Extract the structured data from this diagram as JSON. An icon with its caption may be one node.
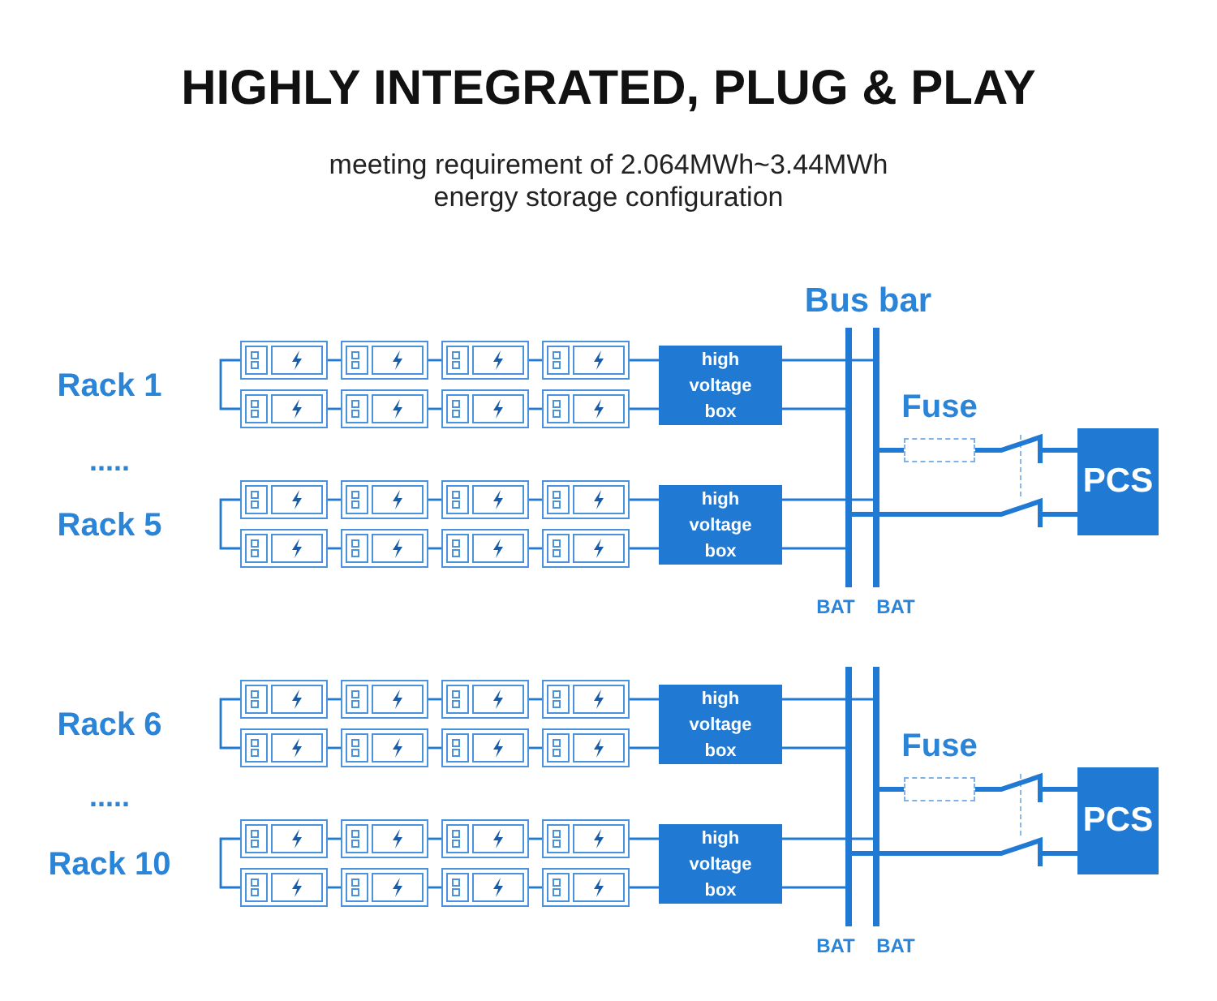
{
  "diagram": {
    "title": "HIGHLY INTEGRATED, PLUG & PLAY",
    "nodes": [
      {
        "text": [],
        "shape": "box"
      },
      {
        "text": [],
        "shape": "box"
      },
      {
        "text": [],
        "shape": "box"
      },
      {
        "text": [],
        "shape": "box"
      },
      {
        "text": [],
        "shape": "box"
      },
      {
        "text": [],
        "shape": "box"
      },
      {
        "text": [],
        "shape": "box"
      },
      {
        "text": [],
        "shape": "box"
      },
      {
        "text": [
          "high voltage box"
        ]
      },
      {
        "text": [],
        "shape": "box"
      },
      {
        "text": [],
        "shape": "box"
      },
      {
        "text": [],
        "shape": "box"
      },
      {
        "text": [],
        "shape": "box"
      },
      {
        "text": [],
        "shape": "box"
      },
      {
        "text": [],
        "shape": "box"
      },
      {
        "text": [],
        "shape": "box"
      },
      {
        "text": [],
        "shape": "box"
      },
      {
        "text": [
          "high voltage box"
        ]
      },
      {
        "text": [],
        "shape": "bar",
        "beside": [
          "BAT"
        ]
      },
      {
        "text": [],
        "shape": "bar",
        "beside": [
          "BAT"
        ]
      },
      {
        "text": [],
        "shape": "box",
        "beside": [
          "Fuse"
        ]
      },
      {
        "text": [
          "PCS"
        ]
      },
      {
        "text": [],
        "shape": "box"
      },
      {
        "text": [],
        "shape": "box"
      },
      {
        "text": [],
        "shape": "box"
      },
      {
        "text": [],
        "shape": "box"
      },
      {
        "text": [],
        "shape": "box"
      },
      {
        "text": [],
        "shape": "box"
      },
      {
        "text": [],
        "shape": "box"
      },
      {
        "text": [],
        "shape": "box"
      },
      {
        "text": [
          "high voltage box"
        ]
      },
      {
        "text": [],
        "shape": "box"
      },
      {
        "text": [],
        "shape": "box"
      },
      {
        "text": [],
        "shape": "box"
      },
      {
        "text": [],
        "shape": "box"
      },
      {
        "text": [],
        "shape": "box"
      },
      {
        "text": [],
        "shape": "box"
      },
      {
        "text": [],
        "shape": "box"
      },
      {
        "text": [],
        "shape": "box"
      },
      {
        "text": [
          "high voltage box"
        ]
      },
      {
        "text": [],
        "shape": "bar",
        "beside": [
          "BAT"
        ]
      },
      {
        "text": [],
        "shape": "bar",
        "beside": [
          "BAT"
        ]
      },
      {
        "text": [],
        "shape": "box",
        "beside": [
          "Fuse"
        ]
      },
      {
        "text": [
          "PCS"
        ]
      }
    ],
    "edges": [
      {
        "from": 0,
        "to": 1,
        "arrow": "none"
      },
      {
        "from": 1,
        "to": 2,
        "arrow": "none"
      },
      {
        "from": 2,
        "to": 3,
        "arrow": "none"
      },
      {
        "from": 3,
        "to": 8,
        "arrow": "none"
      },
      {
        "from": 4,
        "to": 5,
        "arrow": "none"
      },
      {
        "from": 5,
        "to": 6,
        "arrow": "none"
      },
      {
        "from": 6,
        "to": 7,
        "arrow": "none"
      },
      {
        "from": 7,
        "to": 8,
        "arrow": "none"
      },
      {
        "from": 0,
        "to": 4,
        "arrow": "none"
      },
      {
        "from": 9,
        "to": 10,
        "arrow": "none"
      },
      {
        "from": 10,
        "to": 11,
        "arrow": "none"
      },
      {
        "from": 11,
        "to": 12,
        "arrow": "none"
      },
      {
        "from": 12,
        "to": 17,
        "arrow": "none"
      },
      {
        "from": 13,
        "to": 14,
        "arrow": "none"
      },
      {
        "from": 14,
        "to": 15,
        "arrow": "none"
      },
      {
        "from": 15,
        "to": 16,
        "arrow": "none"
      },
      {
        "from": 16,
        "to": 17,
        "arrow": "none"
      },
      {
        "from": 9,
        "to": 13,
        "arrow": "none"
      },
      {
        "from": 8,
        "to": 19,
        "arrow": "none"
      },
      {
        "from": 8,
        "to": 18,
        "arrow": "none"
      },
      {
        "from": 17,
        "to": 19,
        "arrow": "none"
      },
      {
        "from": 17,
        "to": 18,
        "arrow": "none"
      },
      {
        "from": 19,
        "to": 20,
        "arrow": "none",
        "style": "thick"
      },
      {
        "from": 20,
        "to": 21,
        "arrow": "none",
        "style": "thick"
      },
      {
        "from": 18,
        "to": 21,
        "arrow": "none",
        "style": "thick"
      },
      {
        "from": 22,
        "to": 23,
        "arrow": "none"
      },
      {
        "from": 23,
        "to": 24,
        "arrow": "none"
      },
      {
        "from": 24,
        "to": 25,
        "arrow": "none"
      },
      {
        "from": 25,
        "to": 30,
        "arrow": "none"
      },
      {
        "from": 26,
        "to": 27,
        "arrow": "none"
      },
      {
        "from": 27,
        "to": 28,
        "arrow": "none"
      },
      {
        "from": 28,
        "to": 29,
        "arrow": "none"
      },
      {
        "from": 29,
        "to": 30,
        "arrow": "none"
      },
      {
        "from": 22,
        "to": 26,
        "arrow": "none"
      },
      {
        "from": 31,
        "to": 32,
        "arrow": "none"
      },
      {
        "from": 32,
        "to": 33,
        "arrow": "none"
      },
      {
        "from": 33,
        "to": 34,
        "arrow": "none"
      },
      {
        "from": 34,
        "to": 39,
        "arrow": "none"
      },
      {
        "from": 35,
        "to": 36,
        "arrow": "none"
      },
      {
        "from": 36,
        "to": 37,
        "arrow": "none"
      },
      {
        "from": 37,
        "to": 38,
        "arrow": "none"
      },
      {
        "from": 38,
        "to": 39,
        "arrow": "none"
      },
      {
        "from": 31,
        "to": 35,
        "arrow": "none"
      },
      {
        "from": 30,
        "to": 41,
        "arrow": "none"
      },
      {
        "from": 30,
        "to": 40,
        "arrow": "none"
      },
      {
        "from": 39,
        "to": 41,
        "arrow": "none"
      },
      {
        "from": 39,
        "to": 40,
        "arrow": "none"
      },
      {
        "from": 41,
        "to": 42,
        "arrow": "none",
        "style": "thick"
      },
      {
        "from": 42,
        "to": 43,
        "arrow": "none",
        "style": "thick"
      },
      {
        "from": 40,
        "to": 43,
        "arrow": "none",
        "style": "thick"
      }
    ],
    "labels": [
      "meeting requirement of 2.064MWh~3.44MWh energy storage configuration",
      "Bus bar",
      "Rack 1",
      ".....",
      "Rack 5",
      "Rack 6",
      ".....",
      "Rack 10"
    ]
  }
}
